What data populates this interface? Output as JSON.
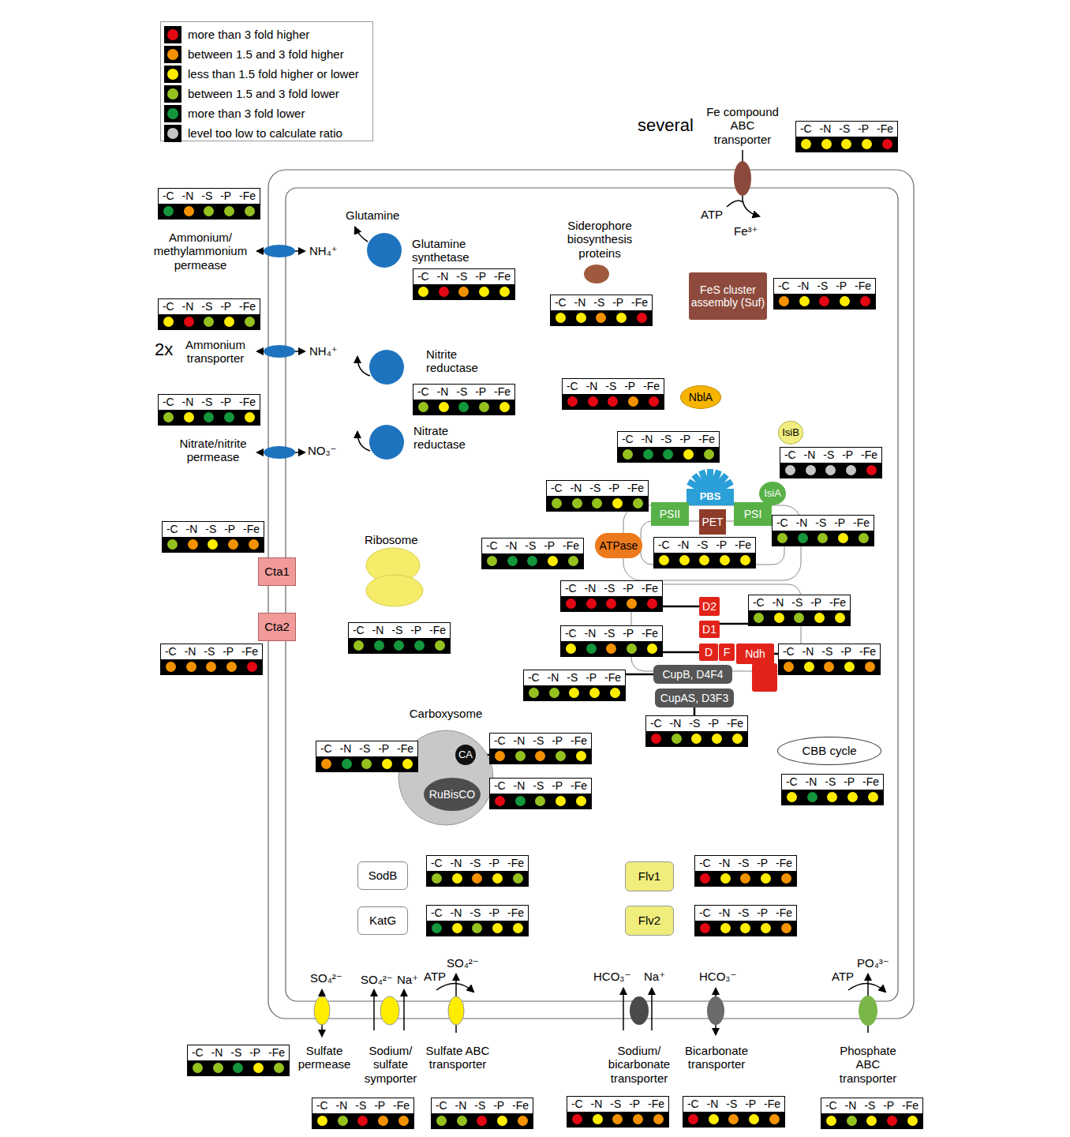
{
  "diagram": {
    "nodes": [
      {
        "text": [
          "-C",
          "-N",
          "-S",
          "-P",
          "-Fe"
        ]
      },
      {
        "text": [
          "-C",
          "-N",
          "-S",
          "-P",
          "-Fe"
        ]
      },
      {
        "text": [
          "-C",
          "-N",
          "-S",
          "-P",
          "-Fe"
        ]
      },
      {
        "text": [
          "-C",
          "-N",
          "-S",
          "-P",
          "-Fe"
        ]
      },
      {
        "text": [
          "FeS cluster assembly (Suf)"
        ]
      },
      {
        "text": [
          "-C",
          "-N",
          "-S",
          "-P",
          "-Fe"
        ]
      },
      {
        "text": [
          "-C",
          "-N",
          "-S",
          "-P",
          "-Fe"
        ]
      },
      {
        "text": [
          "-C",
          "-N",
          "-S",
          "-P",
          "-Fe"
        ]
      },
      {
        "text": [
          "-C",
          "-N",
          "-S",
          "-P",
          "-Fe"
        ]
      },
      {
        "text": [
          "NblA"
        ]
      },
      {
        "text": [
          "-C",
          "-N",
          "-S",
          "-P",
          "-Fe"
        ]
      },
      {
        "text": [
          "-C",
          "-N",
          "-S",
          "-P",
          "-Fe"
        ]
      },
      {
        "text": [
          "IsiB"
        ]
      },
      {
        "text": [
          "-C",
          "-N",
          "-S",
          "-P",
          "-Fe"
        ]
      },
      {
        "text": [
          "PBS"
        ]
      },
      {
        "text": [
          "IsiA"
        ]
      },
      {
        "text": [
          "-C",
          "-N",
          "-S",
          "-P",
          "-Fe"
        ]
      },
      {
        "text": [
          "PSII"
        ]
      },
      {
        "text": [
          "PET"
        ]
      },
      {
        "text": [
          "PSI"
        ]
      },
      {
        "text": [
          "-C",
          "-N",
          "-S",
          "-P",
          "-Fe"
        ]
      },
      {
        "text": [
          "-C",
          "-N",
          "-S",
          "-P",
          "-Fe"
        ]
      },
      {
        "text": [
          "ATPase"
        ]
      },
      {
        "text": [
          "-C",
          "-N",
          "-S",
          "-P",
          "-Fe"
        ]
      },
      {
        "text": [
          "-C",
          "-N",
          "-S",
          "-P",
          "-Fe"
        ]
      },
      {
        "text": [
          "Cta1"
        ]
      },
      {
        "text": [
          "-C",
          "-N",
          "-S",
          "-P",
          "-Fe"
        ]
      },
      {
        "text": [
          "D2"
        ]
      },
      {
        "text": [
          "-C",
          "-N",
          "-S",
          "-P",
          "-Fe"
        ]
      },
      {
        "text": [
          "D1"
        ]
      },
      {
        "text": [
          "-C",
          "-N",
          "-S",
          "-P",
          "-Fe"
        ]
      },
      {
        "text": [
          "D"
        ]
      },
      {
        "text": [
          "F"
        ]
      },
      {
        "text": [
          "Ndh"
        ]
      },
      {
        "text": [
          "-C",
          "-N",
          "-S",
          "-P",
          "-Fe"
        ]
      },
      {
        "text": [
          "Cta2"
        ]
      },
      {
        "text": [
          "-C",
          "-N",
          "-S",
          "-P",
          "-Fe"
        ]
      },
      {
        "text": [
          "-C",
          "-N",
          "-S",
          "-P",
          "-Fe"
        ]
      },
      {
        "text": [
          "CupB, D4F4"
        ]
      },
      {
        "text": [
          "-C",
          "-N",
          "-S",
          "-P",
          "-Fe"
        ]
      },
      {
        "text": [
          "CupAS, D3F3"
        ]
      },
      {
        "text": [
          "-C",
          "-N",
          "-S",
          "-P",
          "-Fe"
        ]
      },
      {
        "text": [
          "Carboxysome"
        ]
      },
      {
        "text": [
          "CA"
        ],
        "in": 42
      },
      {
        "text": [
          "RuBisCO"
        ],
        "in": 42
      },
      {
        "text": [
          "-C",
          "-N",
          "-S",
          "-P",
          "-Fe"
        ]
      },
      {
        "text": [
          "-C",
          "-N",
          "-S",
          "-P",
          "-Fe"
        ]
      },
      {
        "text": [
          "-C",
          "-N",
          "-S",
          "-P",
          "-Fe"
        ]
      },
      {
        "text": [
          "CBB cycle"
        ]
      },
      {
        "text": [
          "-C",
          "-N",
          "-S",
          "-P",
          "-Fe"
        ]
      },
      {
        "text": [
          "SodB"
        ]
      },
      {
        "text": [
          "-C",
          "-N",
          "-S",
          "-P",
          "-Fe"
        ]
      },
      {
        "text": [
          "Flv1"
        ]
      },
      {
        "text": [
          "-C",
          "-N",
          "-S",
          "-P",
          "-Fe"
        ]
      },
      {
        "text": [
          "KatG"
        ]
      },
      {
        "text": [
          "-C",
          "-N",
          "-S",
          "-P",
          "-Fe"
        ]
      },
      {
        "text": [
          "Flv2"
        ]
      },
      {
        "text": [
          "-C",
          "-N",
          "-S",
          "-P",
          "-Fe"
        ]
      },
      {
        "text": [
          "-C",
          "-N",
          "-S",
          "-P",
          "-Fe"
        ]
      },
      {
        "text": [
          "-C",
          "-N",
          "-S",
          "-P",
          "-Fe"
        ]
      },
      {
        "text": [
          "-C",
          "-N",
          "-S",
          "-P",
          "-Fe"
        ]
      },
      {
        "text": [
          "-C",
          "-N",
          "-S",
          "-P",
          "-Fe"
        ]
      },
      {
        "text": [
          "-C",
          "-N",
          "-S",
          "-P",
          "-Fe"
        ]
      },
      {
        "text": [
          "-C",
          "-N",
          "-S",
          "-P",
          "-Fe"
        ]
      }
    ],
    "edges": [
      {
        "from": 27,
        "to": 26,
        "arrow": "none"
      },
      {
        "from": 29,
        "to": 28,
        "arrow": "none"
      },
      {
        "from": 31,
        "to": 30,
        "arrow": "none"
      },
      {
        "from": 33,
        "to": 34,
        "arrow": "none"
      },
      {
        "from": 38,
        "to": 39,
        "arrow": "none"
      },
      {
        "from": 40,
        "to": 41,
        "arrow": "none"
      },
      {
        "from": 43,
        "to": 46,
        "arrow": "none"
      },
      {
        "from": 44,
        "to": 47,
        "arrow": "none"
      }
    ],
    "labels": [
      "several",
      "Fe compound ABC transporter",
      "ATP",
      "Fe³⁺",
      "Ammonium/ methylammonium permease",
      "NH₄⁺",
      "Glutamine",
      "Glutamine synthetase",
      "Siderophore biosynthesis proteins",
      "2x",
      "Ammonium transporter",
      "NH₄⁺",
      "Nitrite reductase",
      "Nitrate/nitrite permease",
      "NO₃⁻",
      "Nitrate reductase",
      "Ribosome",
      "SO₄²⁻",
      "Sulfate permease",
      "SO₄²⁻",
      "Na⁺",
      "Sodium/ sulfate symporter",
      "ATP",
      "SO₄²⁻",
      "Sulfate ABC transporter",
      "HCO₃⁻",
      "Na⁺",
      "Sodium/ bicarbonate transporter",
      "HCO₃⁻",
      "Bicarbonate transporter",
      "ATP",
      "PO₄³⁻",
      "Phosphate ABC transporter"
    ],
    "legend": [
      {
        "text": "more than 3 fold higher",
        "color": "#e30613"
      },
      {
        "text": "between 1.5 and 3 fold higher",
        "color": "#f39200"
      },
      {
        "text": "less than 1.5 fold higher or lower",
        "color": "#ffed00"
      },
      {
        "text": "between 1.5 and 3 fold lower",
        "color": "#95c11f"
      },
      {
        "text": "more than 3 fold lower",
        "color": "#14963c"
      },
      {
        "text": "level too low to calculate ratio",
        "color": "#c6c6c6"
      }
    ]
  }
}
